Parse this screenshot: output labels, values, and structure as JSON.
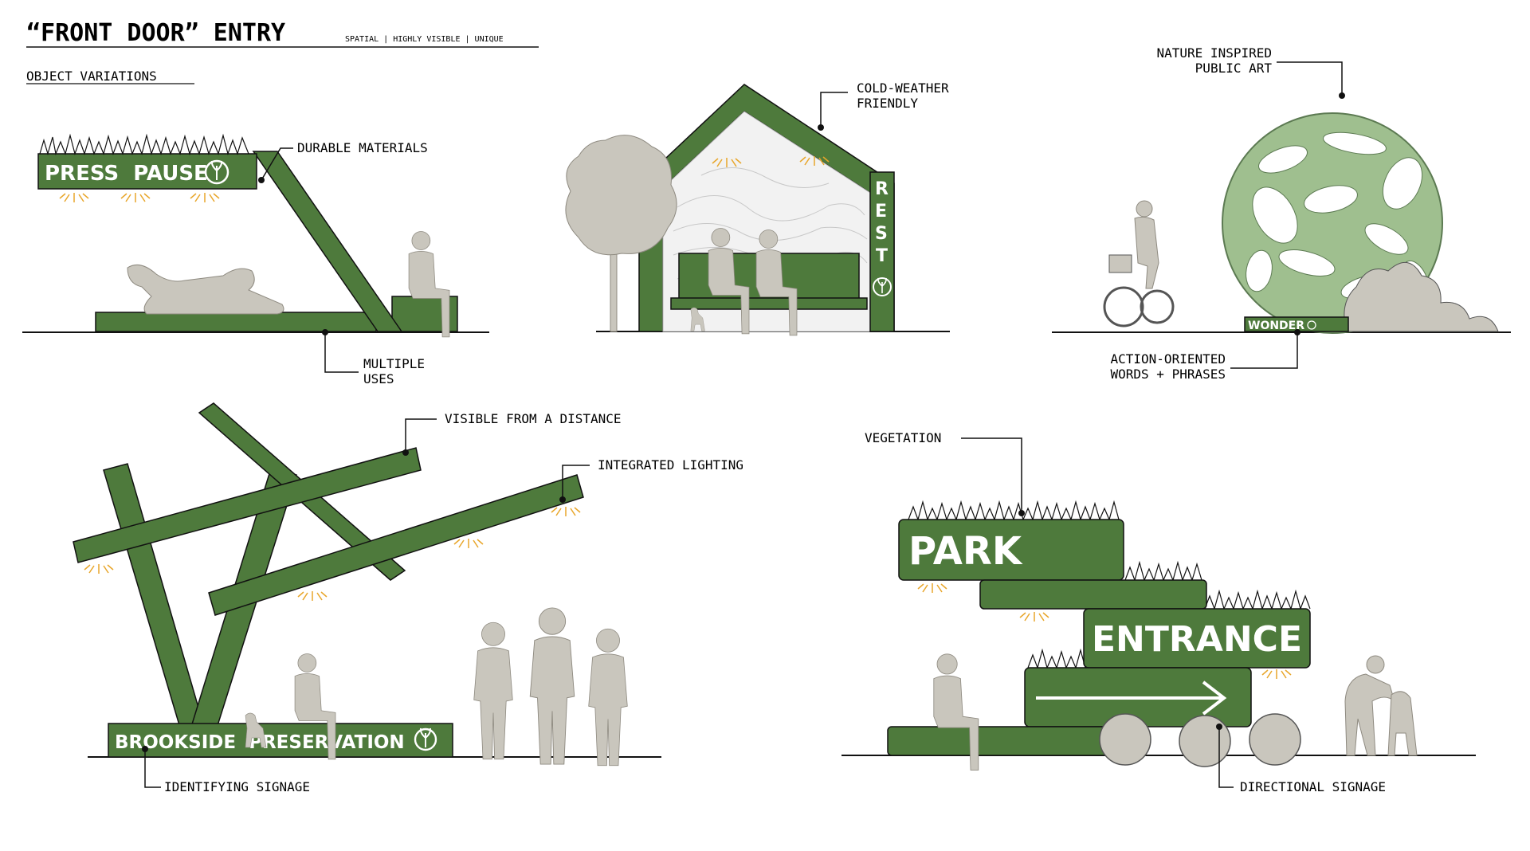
{
  "header": {
    "title": "“FRONT DOOR” ENTRY",
    "subtitle": "SPATIAL | HIGHLY VISIBLE | UNIQUE",
    "section_label": "OBJECT VARIATIONS"
  },
  "colors": {
    "structure_green": "#4e7a3c",
    "figure_gray": "#c9c6bd",
    "figure_stroke": "#8e8a80",
    "sphere_green": "#9fbf8f",
    "light_glow": "#e8a62a",
    "ink": "#111111"
  },
  "panels": {
    "press_pause": {
      "sign_text": "PRESS  PAUSE",
      "callouts": {
        "top": "DURABLE MATERIALS",
        "bottom": [
          "MULTIPLE",
          "USES"
        ]
      }
    },
    "rest_swing": {
      "vertical_sign": [
        "R",
        "E",
        "S",
        "T"
      ],
      "callouts": {
        "top": [
          "COLD-WEATHER",
          "FRIENDLY"
        ]
      }
    },
    "wonder_sphere": {
      "plaque_text": "WONDER",
      "callouts": {
        "top": [
          "NATURE INSPIRED",
          "PUBLIC ART"
        ],
        "bottom": [
          "ACTION-ORIENTED",
          "WORDS + PHRASES"
        ]
      }
    },
    "brookside": {
      "sign_text": "BROOKSIDE  PRESERVATION",
      "callouts": {
        "distance": "VISIBLE FROM A DISTANCE",
        "lighting": "INTEGRATED LIGHTING",
        "signage": "IDENTIFYING SIGNAGE"
      }
    },
    "park_entrance": {
      "sign_top": "PARK",
      "sign_middle": "ENTRANCE",
      "callouts": {
        "vegetation": "VEGETATION",
        "directional": "DIRECTIONAL SIGNAGE"
      }
    }
  },
  "icons": [
    "leaf-emblem-icon",
    "arrow-right-icon",
    "light-glow-icon",
    "grass-tuft-icon"
  ]
}
